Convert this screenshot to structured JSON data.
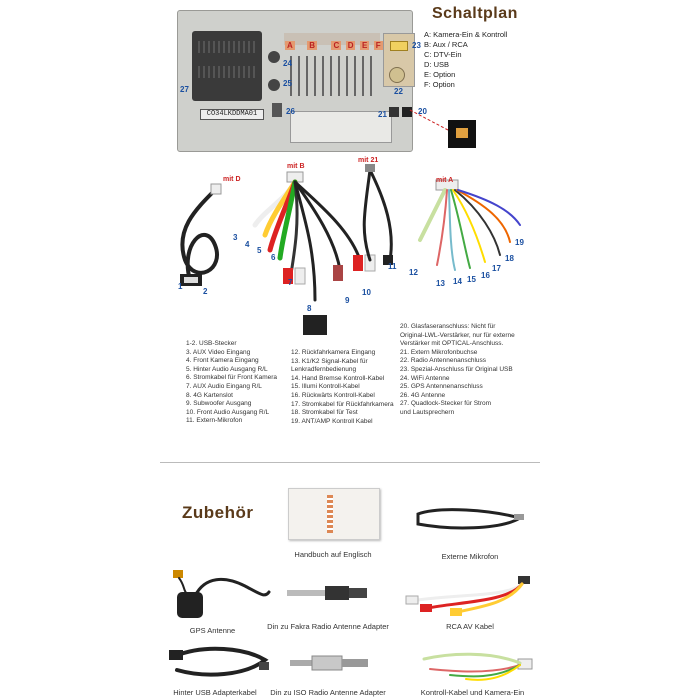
{
  "schaltplan": {
    "title": "Schaltplan",
    "legend": [
      "A: Kamera-Ein & Kontroll",
      "B: Aux / RCA",
      "C: DTV-Ein",
      "D: USB",
      "E: Option",
      "F: Option"
    ],
    "unit_code": "CO34LKDDMA01",
    "port_letters": [
      "A",
      "B",
      "C",
      "D",
      "E",
      "F"
    ],
    "port_numbers": [
      "23",
      "24",
      "25",
      "26",
      "27",
      "22",
      "21",
      "20"
    ]
  },
  "cables": {
    "group_labels": [
      "mit D",
      "mit B",
      "mit 21",
      "mit A"
    ],
    "numbers_d": [
      "1",
      "2"
    ],
    "numbers_b": [
      "3",
      "4",
      "5",
      "6",
      "7",
      "8",
      "9",
      "10"
    ],
    "numbers_21": [
      "11"
    ],
    "numbers_a": [
      "12",
      "13",
      "14",
      "15",
      "16",
      "17",
      "18",
      "19"
    ]
  },
  "descriptions": {
    "col1": [
      "1-2. USB-Stecker",
      "3. AUX Video Eingang",
      "4. Front Kamera Eingang",
      "5. Hinter Audio Ausgang R/L",
      "6. Stromkabel für Front Kamera",
      "7. AUX Audio Eingang R/L",
      "8. 4G Kartenslot",
      "9. Subwoofer Ausgang",
      "10. Front Audio Ausgang R/L",
      "11. Extern-Mikrofon"
    ],
    "col2": [
      "12. Rückfahrkamera Eingang",
      "13. K1/K2 Signal-Kabel für",
      "    Lenkradfernbedienung",
      "14. Hand Bremse Kontroll-Kabel",
      "15. Illumi Kontroll-Kabel",
      "16. Rückwärts Kontroll-Kabel",
      "17. Stromkabel für Rückfahrkamera",
      "18. Stromkabel für Test",
      "19. ANT/AMP Kontroll Kabel"
    ],
    "col3": [
      "20. Glasfaseranschluss: Nicht für",
      "    Original-LWL-Verstärker, nur für externe",
      "    Verstärker mit OPTICAL-Anschluss.",
      "21. Extern Mikrofonbuchse",
      "22. Radio Antennenanschluss",
      "23. Spezial-Anschluss für Original USB",
      "24. WiFi Antenne",
      "25. GPS Antennenanschluss",
      "26. 4G Antenne",
      "27. Quadlock-Stecker für Strom",
      "    und Lautsprechern"
    ]
  },
  "zubehoer": {
    "title": "Zubehör",
    "items": [
      "Handbuch auf Englisch",
      "Externe Mikrofon",
      "GPS Antenne",
      "Din zu Fakra Radio Antenne Adapter",
      "RCA AV Kabel",
      "Hinter USB Adapterkabel",
      "Din zu ISO Radio Antenne Adapter",
      "Kontroll-Kabel und Kamera-Ein"
    ]
  }
}
